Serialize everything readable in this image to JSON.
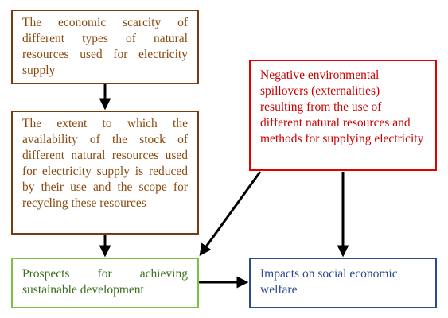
{
  "nodes": {
    "scarcity": "The economic scarcity of different types of natural resources used for electricity supply",
    "extent": "The extent to which the availability of the stock of different natural resources used for electricity supply is reduced by their use and the scope for recycling these resources",
    "negative": "Negative environmental spillovers (externalities) resulting from the use of different natural resources and methods for supplying electricity",
    "prospects": "Prospects for achieving sustainable development",
    "impacts": "Impacts on social economic welfare"
  },
  "edges": [
    {
      "from": "scarcity",
      "to": "extent"
    },
    {
      "from": "extent",
      "to": "prospects"
    },
    {
      "from": "negative",
      "to": "prospects"
    },
    {
      "from": "negative",
      "to": "impacts"
    },
    {
      "from": "prospects",
      "to": "impacts"
    }
  ],
  "colors": {
    "brown_border": "#7a3b12",
    "brown_text": "#8a4a0f",
    "red": "#e00000",
    "green_border": "#7cc242",
    "green_text": "#3b6e1e",
    "blue": "#2e4a8c",
    "arrow": "#000000"
  }
}
